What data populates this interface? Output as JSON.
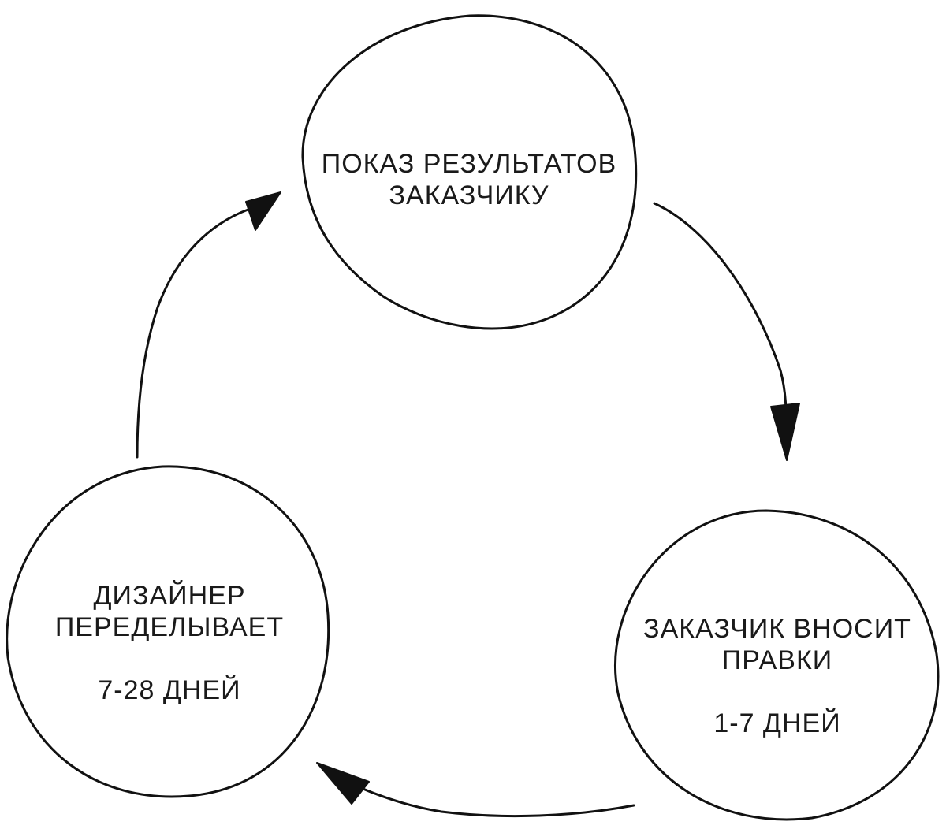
{
  "colors": {
    "background": "#ffffff",
    "stroke": "#111111",
    "text": "#1a1a1a"
  },
  "nodes": {
    "show_results": {
      "lines": [
        "ПОКАЗ РЕЗУЛЬТАТОВ",
        "ЗАКАЗЧИКУ"
      ]
    },
    "client_edits": {
      "lines": [
        "ЗАКАЗЧИК ВНОСИТ",
        "ПРАВКИ"
      ],
      "duration": "1-7 ДНЕЙ"
    },
    "designer_redoes": {
      "lines": [
        "ДИЗАЙНЕР",
        "ПЕРЕДЕЛЫВАЕТ"
      ],
      "duration": "7-28 ДНЕЙ"
    }
  },
  "edges": [
    {
      "from": "show_results",
      "to": "client_edits"
    },
    {
      "from": "client_edits",
      "to": "designer_redoes"
    },
    {
      "from": "designer_redoes",
      "to": "show_results"
    }
  ]
}
